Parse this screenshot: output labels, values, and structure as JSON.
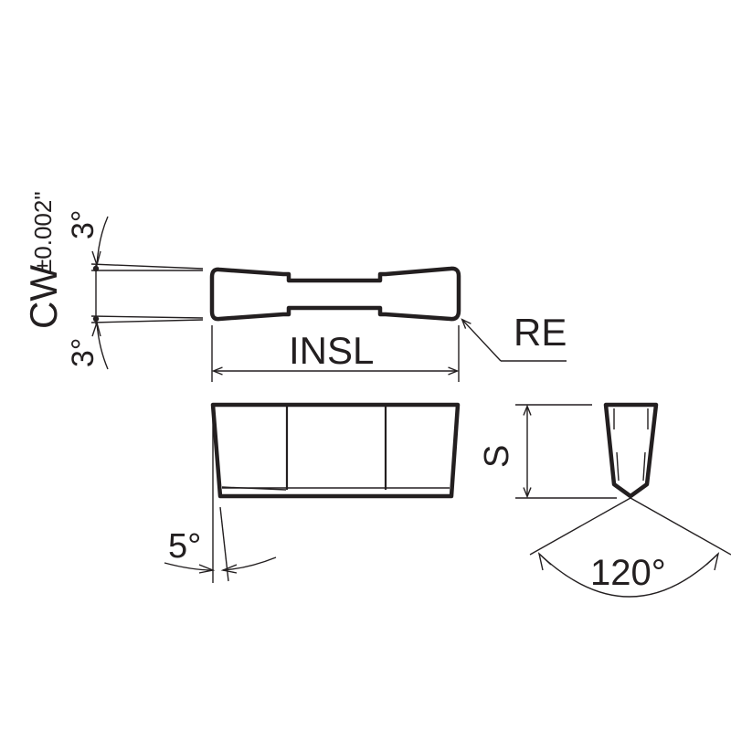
{
  "diagram": {
    "type": "technical-drawing",
    "subject": "grooving insert dimension diagram",
    "line_color": "#231f20",
    "background": "#ffffff"
  },
  "labels": {
    "cutting_width": "CW",
    "cutting_width_tolerance": "±0.002\"",
    "upper_angle": "3°",
    "lower_angle": "3°",
    "insert_length": "INSL",
    "corner_radius": "RE",
    "thickness": "S",
    "clearance_angle": "5°",
    "included_angle": "120°"
  }
}
